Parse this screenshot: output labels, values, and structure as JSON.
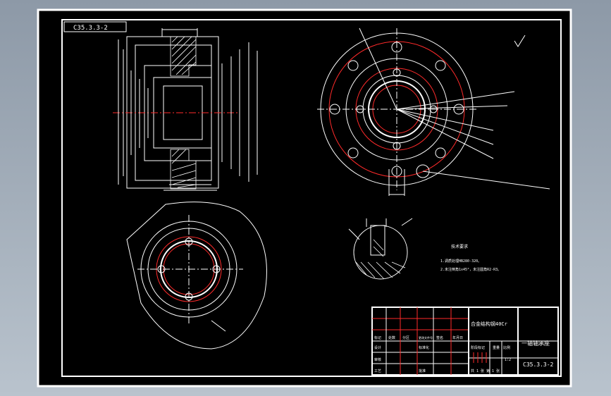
{
  "drawing": {
    "code_tag": "C35.3.3-2",
    "colors": {
      "background": "#000000",
      "lines": "#ffffff",
      "accent": "#ff2a2a",
      "frame_bg": "#9aa6b2"
    }
  },
  "title_block": {
    "material": "合金结构钢40Cr",
    "part_name": "一轴轴承座",
    "drawing_number": "C35.3.3-2",
    "row_labels": [
      "标记",
      "处数",
      "分区",
      "更改文件号",
      "签名",
      "年月日"
    ],
    "designer_label": "设计",
    "standard_label": "标准化",
    "review_label": "审核",
    "process_label": "工艺",
    "approve_label": "批准",
    "stage_label": "阶段标记",
    "weight_label": "重量",
    "scale_label": "比例",
    "scale_value": "1:2",
    "sheet_text": "共 1 张  第 1 张"
  },
  "notes": {
    "heading": "技术要求",
    "line1": "1.调质处理HB280-320。",
    "line2": "2.未注倒角1x45°，未注圆角R2-R3。"
  }
}
